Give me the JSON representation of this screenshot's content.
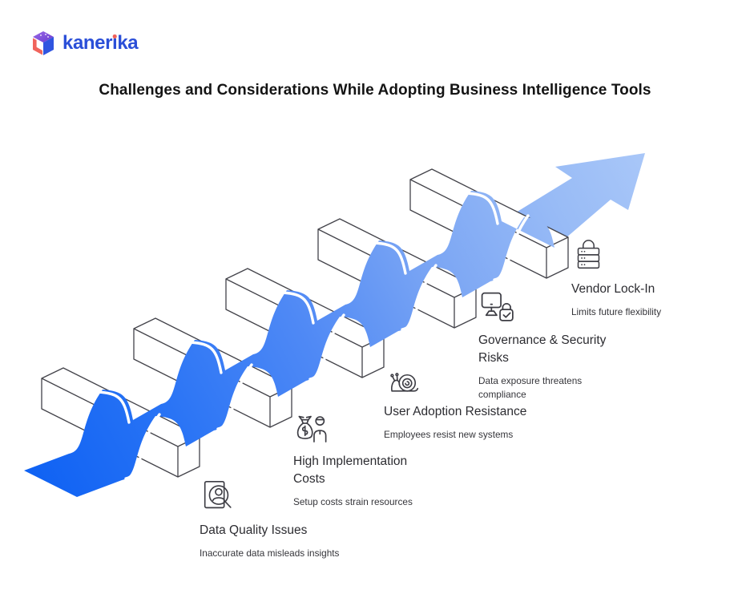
{
  "logo": {
    "brand_pre": "kaner",
    "brand_i": "ı",
    "brand_post": "ka"
  },
  "title": "Challenges and Considerations While Adopting Business Intelligence Tools",
  "challenges": [
    {
      "icon": "document-person-search",
      "title": "Data Quality Issues",
      "desc": "Inaccurate data misleads insights"
    },
    {
      "icon": "money-bag-person",
      "title": "High Implementation Costs",
      "desc": "Setup costs strain resources"
    },
    {
      "icon": "snail",
      "title": "User Adoption Resistance",
      "desc": "Employees resist new systems"
    },
    {
      "icon": "monitor-lock",
      "title": "Governance & Security Risks",
      "desc": "Data exposure threatens compliance"
    },
    {
      "icon": "server-lock",
      "title": "Vendor Lock-In",
      "desc": "Limits future flexibility"
    }
  ],
  "illustration": {
    "type": "ascending ribbon over five floating step blocks ending in arrow",
    "steps": 5
  },
  "colors": {
    "ribbon_start": "#0e61f3",
    "ribbon_mid": "#4f89f5",
    "ribbon_end": "#a9c7f8",
    "brand_blue": "#2b4fd8",
    "brand_coral": "#f0605a",
    "brand_purple": "#7a52d9",
    "outline": "#43434a",
    "title_color": "#141414"
  }
}
